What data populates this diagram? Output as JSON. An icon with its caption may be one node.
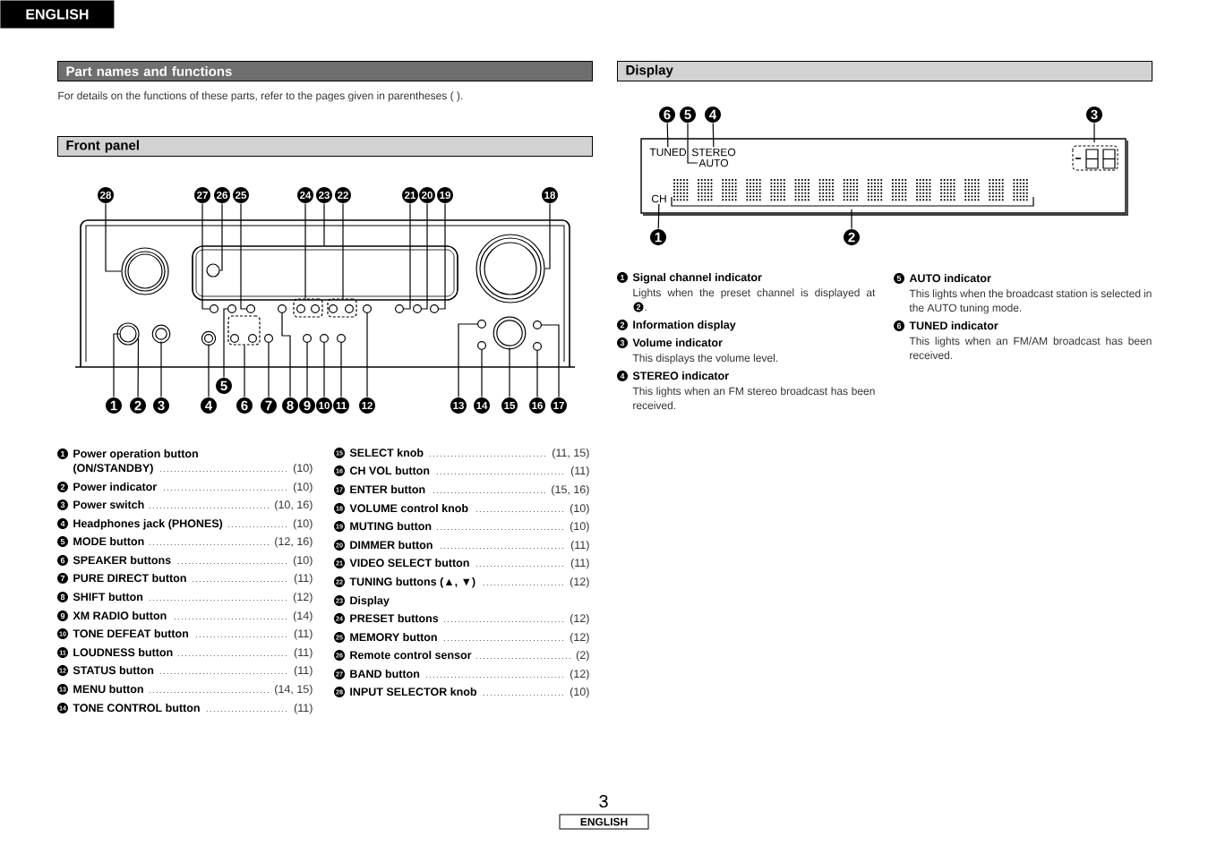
{
  "diagram": {
    "nodes": [
      {
        "text": [
          "ENGLISH"
        ]
      },
      {
        "text": [
          "Part names and functions"
        ]
      },
      {
        "text": [
          "Front panel"
        ]
      },
      {
        "text": [
          "Display"
        ]
      },
      {
        "text": [
          "1"
        ]
      },
      {
        "text": [
          "2"
        ]
      },
      {
        "text": [
          "3"
        ]
      },
      {
        "text": [
          "4"
        ]
      },
      {
        "text": [
          "5"
        ]
      },
      {
        "text": [
          "6"
        ]
      },
      {
        "text": [
          "7"
        ]
      },
      {
        "text": [
          "8"
        ]
      },
      {
        "text": [
          "9"
        ]
      },
      {
        "text": [
          "10"
        ]
      },
      {
        "text": [
          "11"
        ]
      },
      {
        "text": [
          "12"
        ]
      },
      {
        "text": [
          "13"
        ]
      },
      {
        "text": [
          "14"
        ]
      },
      {
        "text": [
          "15"
        ]
      },
      {
        "text": [
          "16"
        ]
      },
      {
        "text": [
          "17"
        ]
      },
      {
        "text": [
          "18"
        ]
      },
      {
        "text": [
          "19"
        ]
      },
      {
        "text": [
          "20"
        ]
      },
      {
        "text": [
          "21"
        ]
      },
      {
        "text": [
          "22"
        ]
      },
      {
        "text": [
          "23"
        ]
      },
      {
        "text": [
          "24"
        ]
      },
      {
        "text": [
          "25"
        ]
      },
      {
        "text": [
          "26"
        ]
      },
      {
        "text": [
          "27"
        ]
      },
      {
        "text": [
          "28"
        ]
      },
      {
        "text": [
          "6"
        ]
      },
      {
        "text": [
          "5"
        ]
      },
      {
        "text": [
          "4"
        ]
      },
      {
        "text": [
          "3"
        ]
      },
      {
        "text": [
          "1"
        ]
      },
      {
        "text": [
          "2"
        ]
      },
      {
        "text": [
          "TUNED"
        ]
      },
      {
        "text": [
          "STEREO"
        ]
      },
      {
        "text": [
          "AUTO"
        ]
      },
      {
        "text": [
          "CH"
        ]
      },
      {
        "text": [
          "ENGLISH"
        ]
      },
      {
        "text": [],
        "shape": "circle",
        "in": 44
      },
      {
        "text": [],
        "shape": "circle"
      },
      {
        "text": [],
        "shape": "circle"
      },
      {
        "text": [],
        "shape": "circle"
      },
      {
        "text": [],
        "shape": "circle"
      },
      {
        "text": [],
        "shape": "box"
      },
      {
        "text": [],
        "shape": "circle"
      },
      {
        "text": [],
        "shape": "circle"
      },
      {
        "text": [],
        "shape": "circle"
      },
      {
        "text": [],
        "shape": "circle"
      },
      {
        "text": [],
        "shape": "circle"
      },
      {
        "text": [],
        "shape": "circle"
      },
      {
        "text": [],
        "shape": "circle"
      },
      {
        "text": [],
        "shape": "circle"
      },
      {
        "text": [],
        "shape": "circle"
      },
      {
        "text": [],
        "shape": "circle"
      },
      {
        "text": [],
        "shape": "circle"
      },
      {
        "text": [],
        "shape": "circle"
      },
      {
        "text": [],
        "shape": "circle"
      },
      {
        "text": [],
        "shape": "circle"
      },
      {
        "text": [],
        "shape": "circle"
      },
      {
        "text": [],
        "shape": "box"
      },
      {
        "text": [],
        "shape": "box"
      },
      {
        "text": [],
        "shape": "box"
      },
      {
        "text": [],
        "shape": "circle"
      },
      {
        "text": [],
        "shape": "circle",
        "in": 65
      },
      {
        "text": [],
        "shape": "circle"
      },
      {
        "text": [],
        "shape": "circle"
      }
    ],
    "edges": [
      {
        "from": 4,
        "to": 43,
        "arrow": "none"
      },
      {
        "from": 5,
        "to": 44,
        "arrow": "none"
      },
      {
        "from": 6,
        "to": 45,
        "arrow": "none"
      },
      {
        "from": 7,
        "to": 46,
        "arrow": "none"
      },
      {
        "from": 8,
        "to": 47,
        "arrow": "none"
      },
      {
        "from": 9,
        "to": 48,
        "arrow": "none"
      },
      {
        "from": 10,
        "to": 49,
        "arrow": "none"
      },
      {
        "from": 11,
        "to": 50,
        "arrow": "none"
      },
      {
        "from": 12,
        "to": 51,
        "arrow": "none"
      },
      {
        "from": 13,
        "to": 52,
        "arrow": "none"
      },
      {
        "from": 14,
        "to": 53,
        "arrow": "none"
      },
      {
        "from": 15,
        "to": 54,
        "arrow": "none"
      },
      {
        "from": 16,
        "to": 55,
        "arrow": "none"
      },
      {
        "from": 17,
        "to": 56,
        "arrow": "none"
      },
      {
        "from": 18,
        "to": 57,
        "arrow": "none"
      },
      {
        "from": 19,
        "to": 58,
        "arrow": "none"
      },
      {
        "from": 20,
        "to": 59,
        "arrow": "none"
      },
      {
        "from": 21,
        "to": 60,
        "arrow": "none"
      },
      {
        "from": 22,
        "to": 61,
        "arrow": "none"
      },
      {
        "from": 23,
        "to": 62,
        "arrow": "none"
      },
      {
        "from": 24,
        "to": 63,
        "arrow": "none"
      },
      {
        "from": 25,
        "to": 64,
        "arrow": "none"
      },
      {
        "from": 26,
        "to": 65,
        "arrow": "none"
      },
      {
        "from": 27,
        "to": 66,
        "arrow": "none"
      },
      {
        "from": 28,
        "to": 67,
        "arrow": "none"
      },
      {
        "from": 29,
        "to": 68,
        "arrow": "none"
      },
      {
        "from": 30,
        "to": 69,
        "arrow": "none"
      },
      {
        "from": 31,
        "to": 70,
        "arrow": "none"
      },
      {
        "from": 32,
        "to": 38,
        "arrow": "none"
      },
      {
        "from": 33,
        "to": 40,
        "arrow": "none"
      },
      {
        "from": 34,
        "to": 39,
        "arrow": "none"
      },
      {
        "from": 35,
        "to": null,
        "arrow": "none"
      },
      {
        "from": 36,
        "to": 41,
        "arrow": "none"
      },
      {
        "from": 37,
        "to": null,
        "arrow": "none"
      }
    ],
    "labels": [
      "For details on the functions of these parts, refer to the pages given in parentheses ( ).",
      "1",
      "Power operation button (ON/STANDBY)",
      "(10)",
      "2",
      "Power indicator",
      "(10)",
      "3",
      "Power switch",
      "(10, 16)",
      "4",
      "Headphones jack (PHONES)",
      "(10)",
      "5",
      "MODE button",
      "(12, 16)",
      "6",
      "SPEAKER buttons",
      "(10)",
      "7",
      "PURE DIRECT button",
      "(11)",
      "8",
      "SHIFT button",
      "(12)",
      "9",
      "XM RADIO button",
      "(14)",
      "10",
      "TONE DEFEAT button",
      "(11)",
      "11",
      "LOUDNESS button",
      "(11)",
      "12",
      "STATUS button",
      "(11)",
      "13",
      "MENU button",
      "(14, 15)",
      "14",
      "TONE CONTROL button",
      "(11)",
      "15",
      "SELECT knob",
      "(11, 15)",
      "16",
      "CH VOL button",
      "(11)",
      "17",
      "ENTER button",
      "(15, 16)",
      "18",
      "VOLUME control knob",
      "(10)",
      "19",
      "MUTING button",
      "(10)",
      "20",
      "DIMMER button",
      "(11)",
      "21",
      "VIDEO SELECT button",
      "(11)",
      "22",
      "TUNING buttons (▲, ▼)",
      "(12)",
      "23",
      "Display",
      "24",
      "PRESET buttons",
      "(12)",
      "25",
      "MEMORY button",
      "(12)",
      "26",
      "Remote control sensor",
      "(2)",
      "27",
      "BAND button",
      "(12)",
      "28",
      "INPUT SELECTOR knob",
      "(10)",
      "1",
      "Signal channel indicator",
      "Lights when the preset channel is displayed at",
      "2",
      ".",
      "2",
      "Information display",
      "3",
      "Volume indicator",
      "This displays the volume level.",
      "4",
      "STEREO indicator",
      "This lights when an FM stereo broadcast has been received.",
      "5",
      "AUTO indicator",
      "This lights when the broadcast station is selected in the AUTO tuning mode.",
      "6",
      "TUNED indicator",
      "This lights when an FM/AM broadcast has been received.",
      "3"
    ]
  }
}
